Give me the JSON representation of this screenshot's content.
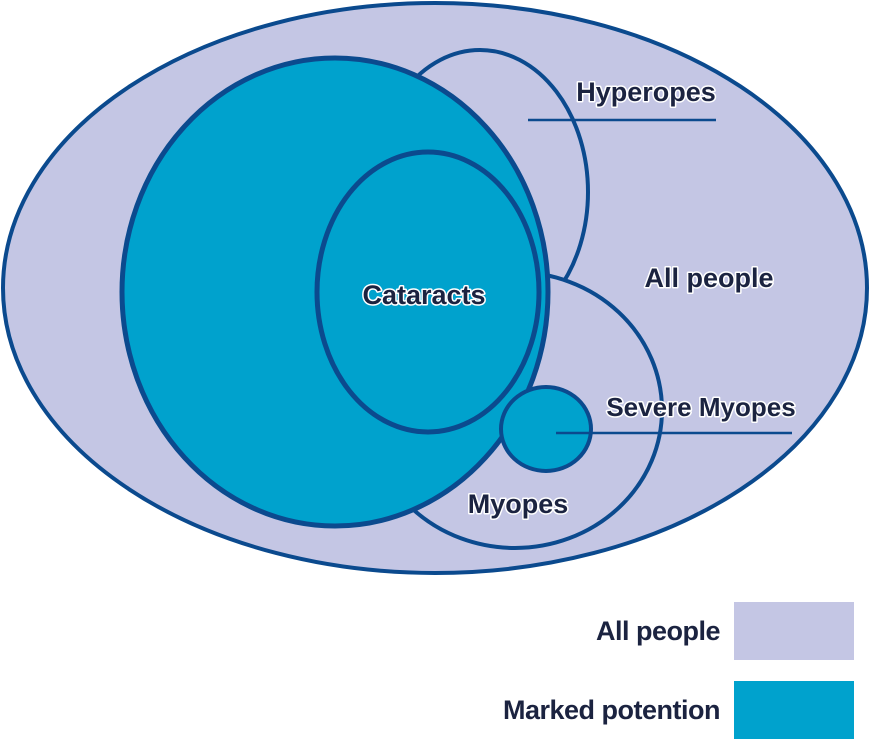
{
  "colors": {
    "all_people_fill": "#c4c6e4",
    "marked_fill": "#00a2cd",
    "outline": "#0b4a8e",
    "text": "#1b2340"
  },
  "labels": {
    "hyperopes": "Hyperopes",
    "all_people": "All people",
    "cataracts": "Cataracts",
    "severe_myopes": "Severe Myopes",
    "myopes": "Myopes"
  },
  "legend": [
    {
      "label": "All people",
      "color": "#c4c6e4"
    },
    {
      "label": "Marked potention",
      "color": "#00a2cd"
    }
  ]
}
